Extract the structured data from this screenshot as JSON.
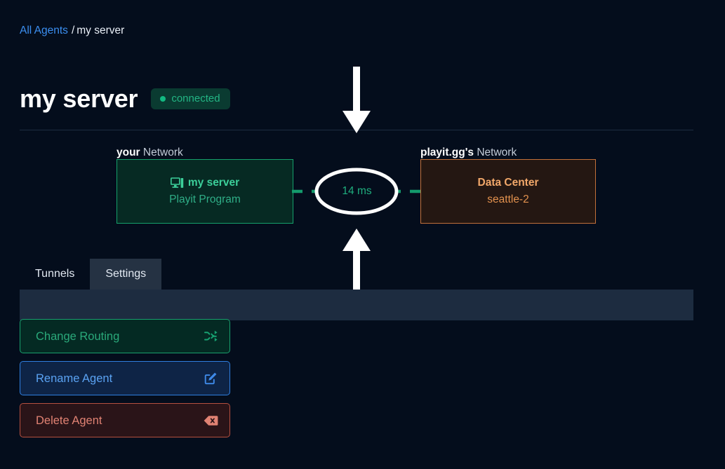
{
  "breadcrumb": {
    "link_label": "All Agents",
    "separator": "/",
    "current": "my server"
  },
  "header": {
    "title": "my server",
    "status": {
      "label": "connected",
      "dot_icon": "status-dot-icon",
      "color": "#23b584",
      "background": "#0a3b31"
    }
  },
  "diagram": {
    "inbound_arrow_icon": "arrow-down-icon",
    "outbound_arrow_icon": "arrow-up-icon",
    "left": {
      "label_strong": "your",
      "label_rest": "Network",
      "icon": "desktop-computer-icon",
      "title": "my server",
      "subtitle": "Playit Program",
      "border_color": "#16a06b",
      "background": "#062a23"
    },
    "link": {
      "latency": "14 ms",
      "line_style": "dashed",
      "line_color": "#149a6c",
      "bubble_stroke": "#ffffff"
    },
    "right": {
      "label_strong": "playit.gg's",
      "label_rest": "Network",
      "title": "Data Center",
      "subtitle": "seattle-2",
      "border_color": "#c2703a",
      "background": "#241712"
    }
  },
  "tabs": [
    {
      "label": "Tunnels",
      "active": false
    },
    {
      "label": "Settings",
      "active": true
    }
  ],
  "actions": [
    {
      "label": "Change Routing",
      "icon": "shuffle-icon",
      "variant": "routing",
      "accent": "#19a06d"
    },
    {
      "label": "Rename Agent",
      "icon": "edit-pencil-square-icon",
      "variant": "rename",
      "accent": "#2f7fe0"
    },
    {
      "label": "Delete Agent",
      "icon": "backspace-delete-icon",
      "variant": "delete",
      "accent": "#b6503f"
    }
  ]
}
